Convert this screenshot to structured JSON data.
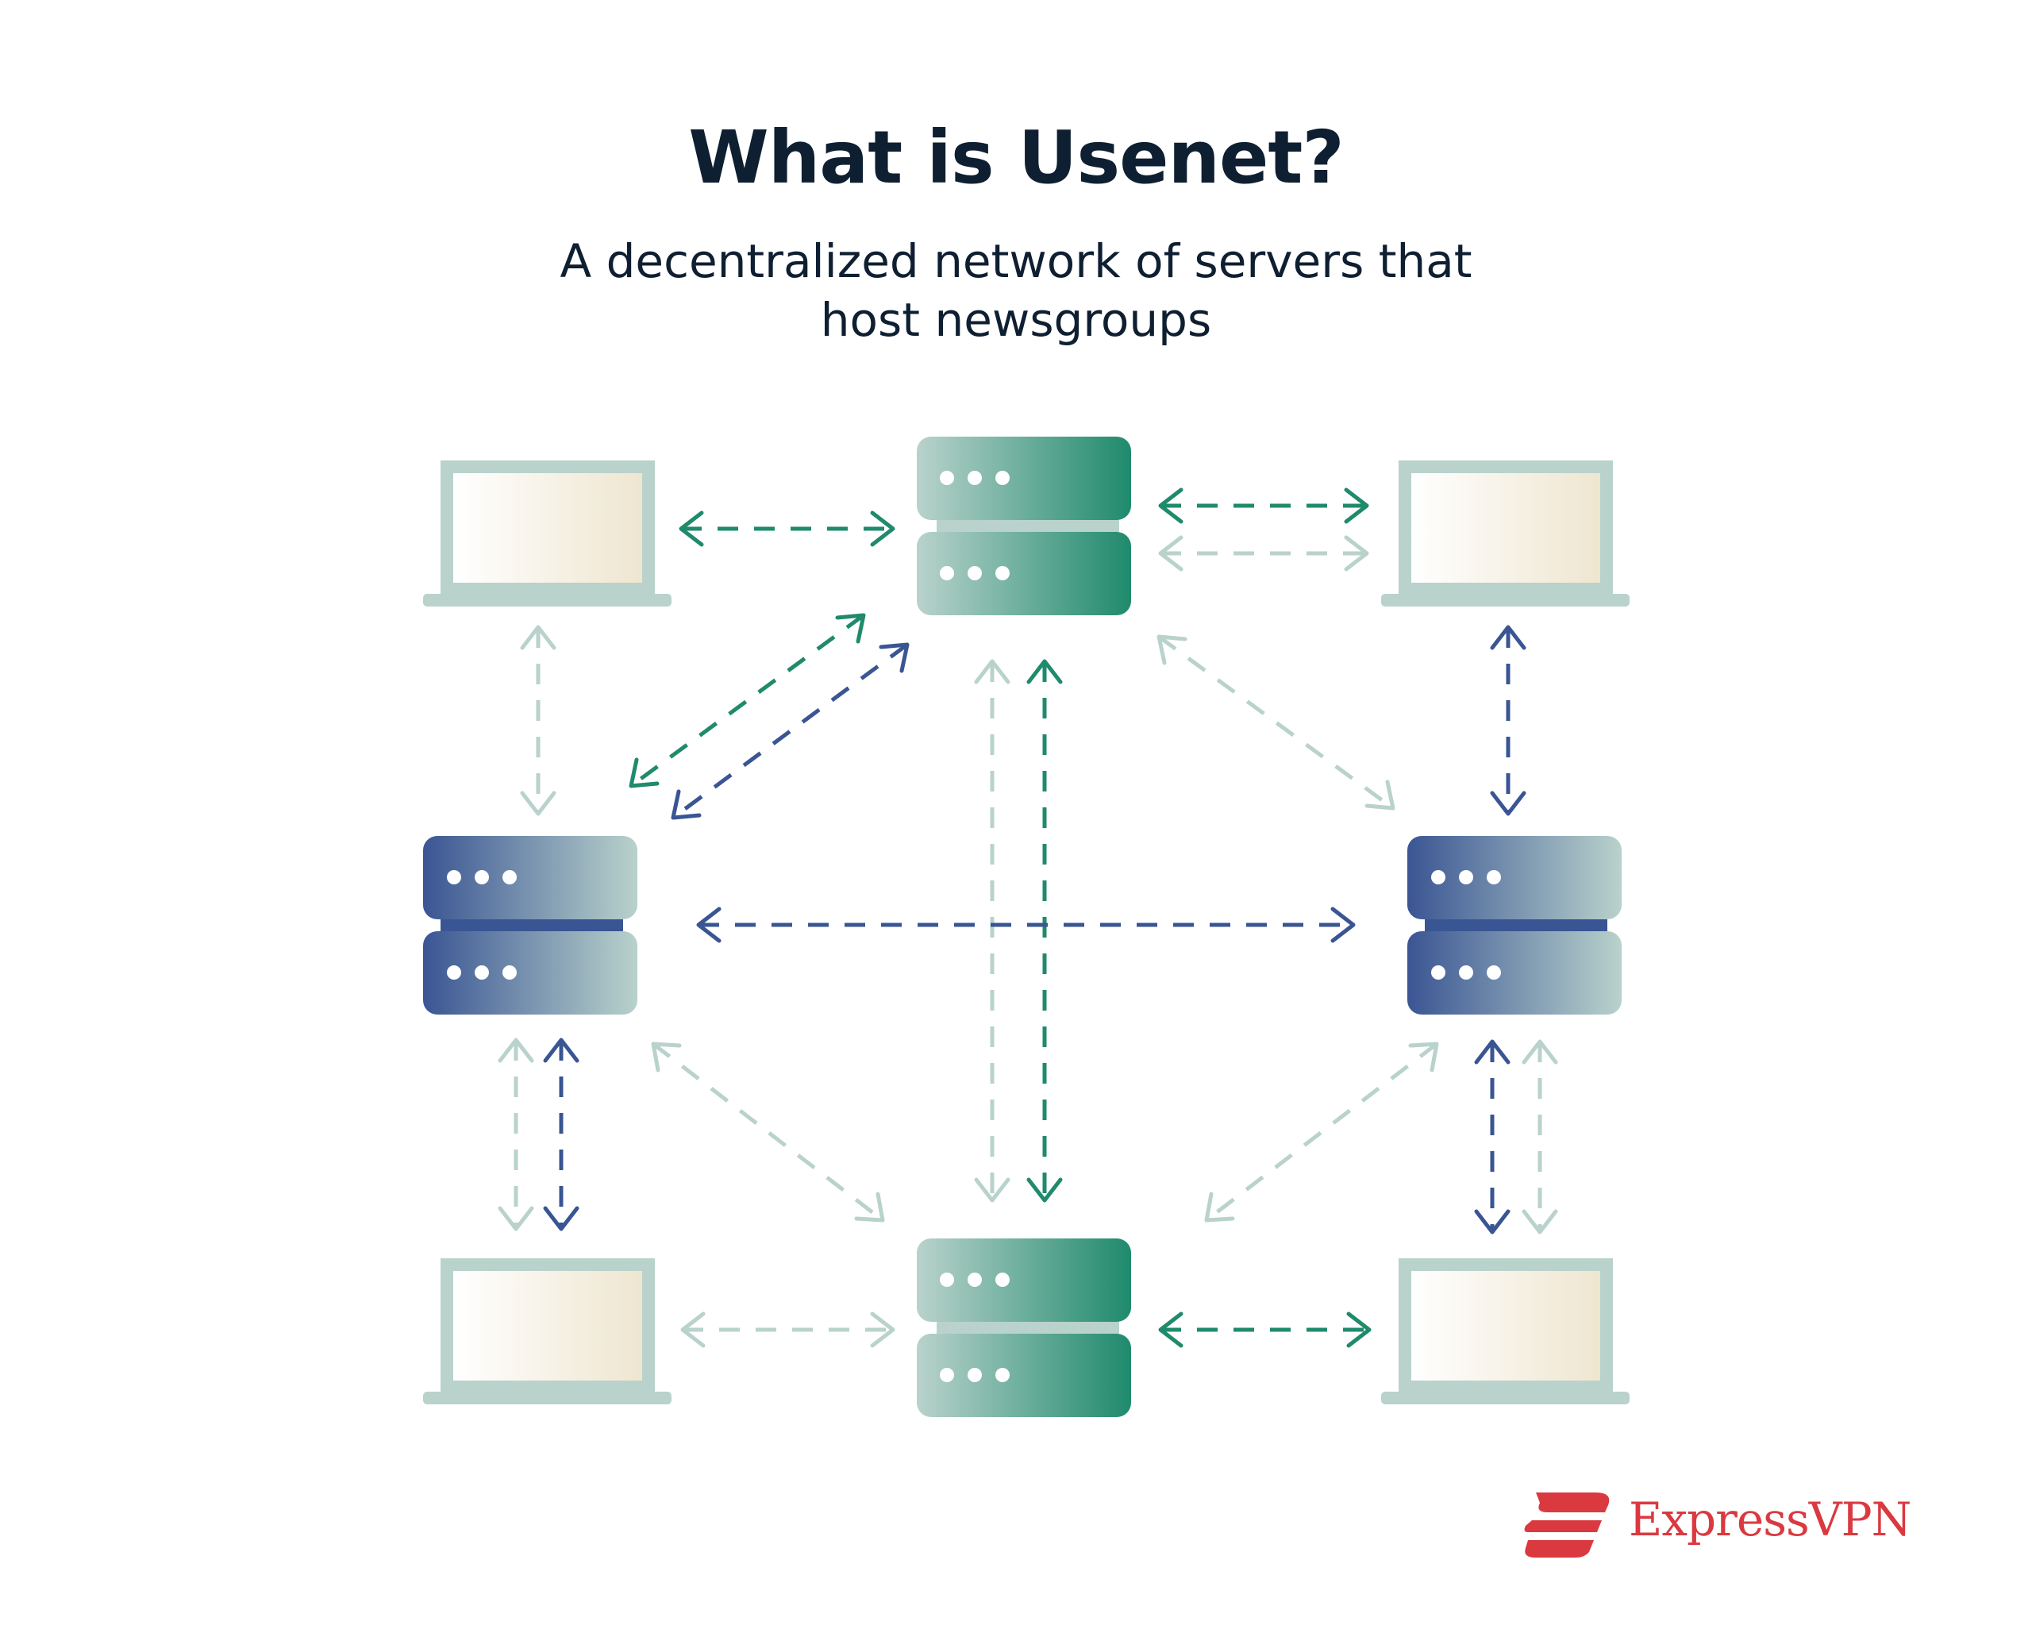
{
  "title": "What is Usenet?",
  "subtitle": {
    "line1": "A decentralized network of servers that",
    "line2": "host newsgroups"
  },
  "brand": {
    "name": "ExpressVPN",
    "color": "#da3940"
  },
  "colors": {
    "green": "#1f8a6c",
    "blue": "#3a5593",
    "pale": "#b9d2cc",
    "text": "#0f1f32"
  },
  "nodes": [
    {
      "id": "laptop-top-left",
      "type": "laptop"
    },
    {
      "id": "server-top",
      "type": "server",
      "style": "green"
    },
    {
      "id": "laptop-top-right",
      "type": "laptop"
    },
    {
      "id": "server-left",
      "type": "server",
      "style": "blue"
    },
    {
      "id": "server-right",
      "type": "server",
      "style": "blue"
    },
    {
      "id": "laptop-bottom-left",
      "type": "laptop"
    },
    {
      "id": "server-bottom",
      "type": "server",
      "style": "green"
    },
    {
      "id": "laptop-bottom-right",
      "type": "laptop"
    }
  ],
  "links": [
    {
      "from": "laptop-top-left",
      "to": "server-top",
      "color": "green"
    },
    {
      "from": "server-top",
      "to": "laptop-top-right",
      "color": "green"
    },
    {
      "from": "server-top",
      "to": "laptop-top-right",
      "color": "pale"
    },
    {
      "from": "laptop-top-left",
      "to": "server-left",
      "color": "pale"
    },
    {
      "from": "laptop-top-right",
      "to": "server-right",
      "color": "blue"
    },
    {
      "from": "server-top",
      "to": "server-left",
      "color": "green"
    },
    {
      "from": "server-top",
      "to": "server-left",
      "color": "blue"
    },
    {
      "from": "server-top",
      "to": "server-bottom",
      "color": "pale"
    },
    {
      "from": "server-top",
      "to": "server-bottom",
      "color": "green"
    },
    {
      "from": "server-top",
      "to": "server-right",
      "color": "pale"
    },
    {
      "from": "server-left",
      "to": "server-right",
      "color": "blue"
    },
    {
      "from": "server-left",
      "to": "laptop-bottom-left",
      "color": "pale"
    },
    {
      "from": "server-left",
      "to": "laptop-bottom-left",
      "color": "blue"
    },
    {
      "from": "server-left",
      "to": "server-bottom",
      "color": "pale"
    },
    {
      "from": "server-right",
      "to": "server-bottom",
      "color": "pale"
    },
    {
      "from": "server-right",
      "to": "laptop-bottom-right",
      "color": "blue"
    },
    {
      "from": "server-right",
      "to": "laptop-bottom-right",
      "color": "pale"
    },
    {
      "from": "laptop-bottom-left",
      "to": "server-bottom",
      "color": "pale"
    },
    {
      "from": "server-bottom",
      "to": "laptop-bottom-right",
      "color": "green"
    }
  ]
}
